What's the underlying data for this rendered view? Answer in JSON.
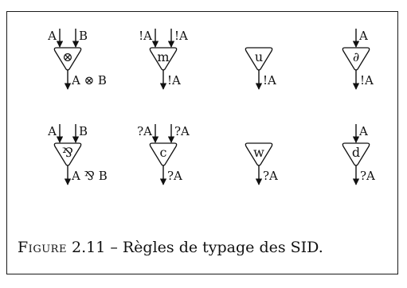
{
  "caption": {
    "prefix": "Figure",
    "rest": "2.11 – Règles de typage des SID."
  },
  "rows": [
    [
      {
        "symbol": "⊗",
        "in_left": "A",
        "in_right": "B",
        "out": "A ⊗ B"
      },
      {
        "symbol": "m",
        "in_left": "!A",
        "in_right": "!A",
        "out": "!A"
      },
      {
        "symbol": "u",
        "in_left": "",
        "in_right": "",
        "out": "!A"
      },
      {
        "symbol": "∂",
        "in_left": "",
        "in_right": "A",
        "out": "!A"
      }
    ],
    [
      {
        "symbol": "⅋",
        "in_left": "A",
        "in_right": "B",
        "out": "A ⅋ B"
      },
      {
        "symbol": "c",
        "in_left": "?A",
        "in_right": "?A",
        "out": "?A"
      },
      {
        "symbol": "w",
        "in_left": "",
        "in_right": "",
        "out": "?A"
      },
      {
        "symbol": "d",
        "in_left": "",
        "in_right": "A",
        "out": "?A"
      }
    ]
  ]
}
